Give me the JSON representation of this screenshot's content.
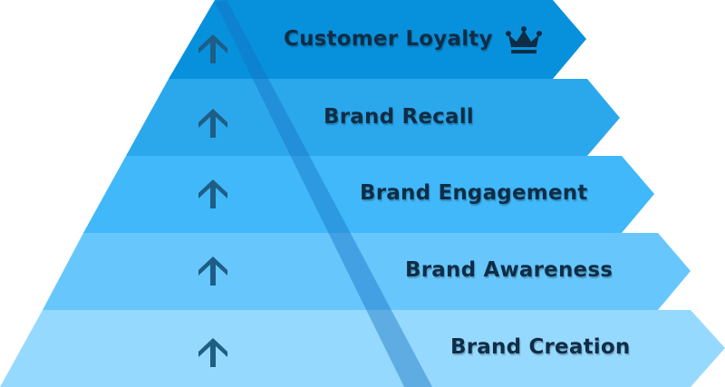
{
  "diagram": {
    "type": "pyramid",
    "levels": [
      {
        "label": "Customer Loyalty",
        "color": "#0791dd",
        "icon": "crown-icon"
      },
      {
        "label": "Brand Recall",
        "color": "#2ba8ec"
      },
      {
        "label": "Brand Engagement",
        "color": "#40b8fa"
      },
      {
        "label": "Brand Awareness",
        "color": "#67c7fd"
      },
      {
        "label": "Brand Creation",
        "color": "#96d9fe"
      }
    ],
    "level_icon": "arrow-up-icon",
    "arrow_color": "#1e5e86",
    "diagonal_band_color": "rgba(20,110,190,0.45)"
  }
}
